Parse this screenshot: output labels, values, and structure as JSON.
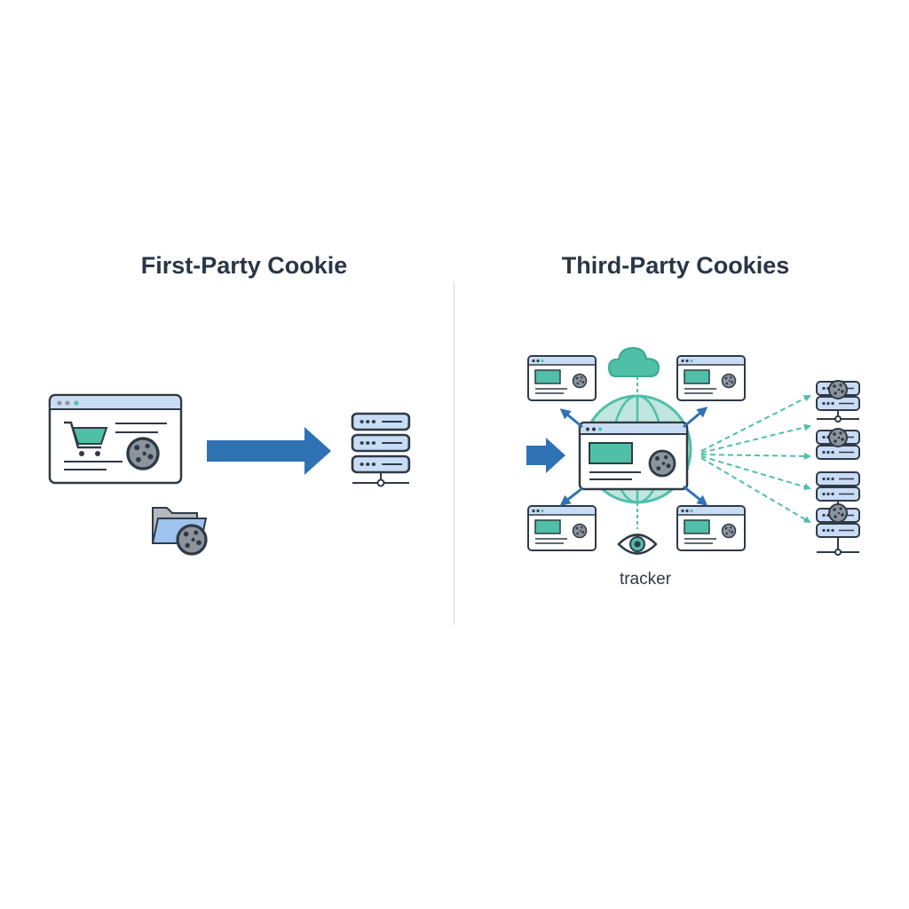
{
  "left_panel": {
    "title": "First-Party Cookie"
  },
  "right_panel": {
    "title": "Third-Party Cookies",
    "tracker_label": "tracker"
  },
  "colors": {
    "outline": "#2f3a46",
    "window_header": "#c9dcf5",
    "teal": "#4fbfa8",
    "blue_arrow": "#2f72b4",
    "cookie": "#8d949c",
    "folder": "#9fc3ef"
  },
  "icons": [
    "browser-window-icon",
    "shopping-cart-icon",
    "cookie-icon",
    "folder-icon",
    "server-icon",
    "globe-icon",
    "cloud-icon",
    "eye-icon"
  ]
}
